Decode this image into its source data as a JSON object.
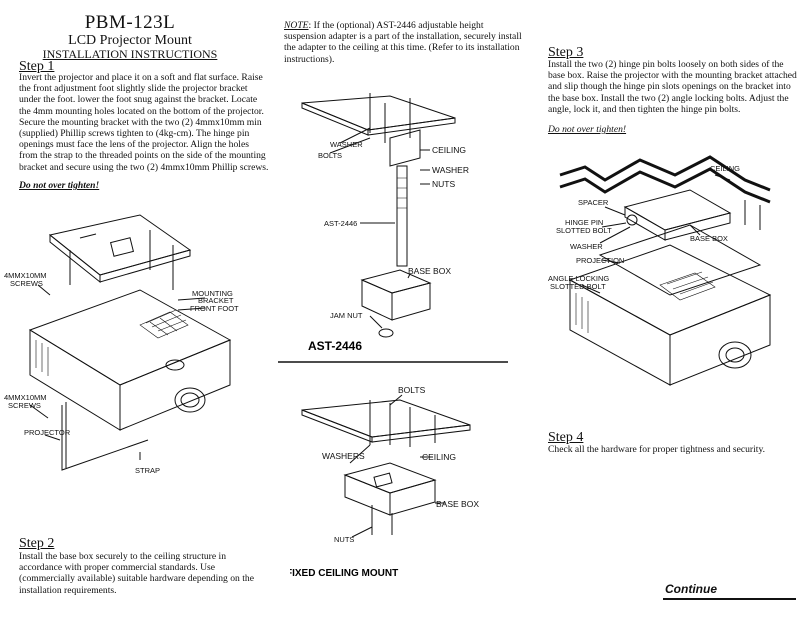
{
  "header": {
    "model": "PBM-123L",
    "product": "LCD Projector Mount",
    "subtitle": "INSTALLATION INSTRUCTIONS"
  },
  "step1": {
    "title": "Step 1",
    "text": "Invert the projector and place it on a soft and flat surface. Raise the front adjustment foot slightly slide the projector bracket under the foot. lower the foot snug against the bracket. Locate the 4mm mounting holes located on the bottom of the projector. Secure the mounting bracket with the two (2) 4mmx10mm min (supplied) Phillip screws tighten to (4kg-cm). The hinge pin openings must face the lens of the projector. Align the holes from the strap to the threaded points on the side of the mounting bracket and secure using the two (2) 4mmx10mm Phillip screws.",
    "warning": "Do not over tighten!"
  },
  "step2": {
    "title": "Step 2",
    "text": "Install the base box securely to the ceiling structure in accordance with proper commercial standards. Use (commercially available) suitable hardware depending on the installation requirements."
  },
  "note": {
    "label": "NOTE",
    "text": ": If the (optional)  AST-2446 adjustable height suspension adapter is a part of the installation, securely install the adapter to the ceiling at this time. (Refer to its installation instructions)."
  },
  "step3": {
    "title": "Step 3",
    "text": "Install the two  (2) hinge pin bolts loosely on both sides of the base box. Raise the projector with the mounting bracket attached and slip though the hinge pin slots openings on the bracket into the base box. Install the two (2) angle locking bolts. Adjust the angle, lock it, and then tighten the hinge pin bolts.",
    "warning": "Do not over tighten!"
  },
  "step4": {
    "title": "Step 4",
    "text": "Check all the hardware for proper tightness and security."
  },
  "fig1": {
    "screws_top_1": "4MMX10MM",
    "screws_top_2": "SCREWS",
    "mounting_1": "MOUNTING",
    "mounting_2": "BRACKET",
    "front_foot": "FRONT FOOT",
    "screws_bot_1": "4MMX10MM",
    "screws_bot_2": "SCREWS",
    "projector": "PROJECTOR",
    "strap": "STRAP"
  },
  "fig2": {
    "washer": "WASHER",
    "bolts": "BOLTS",
    "ceiling": "CEILING",
    "washer2": "WASHER",
    "nuts": "NUTS",
    "ast": "AST-2446",
    "base_box": "BASE BOX",
    "jam_nut": "JAM NUT",
    "caption": "AST-2446"
  },
  "fig3": {
    "bolts": "BOLTS",
    "washers": "WASHERS",
    "ceiling": "CEILING",
    "base_box": "BASE BOX",
    "nuts": "NUTS",
    "caption": "FIXED CEILING MOUNT"
  },
  "fig4": {
    "ceiling": "CEILING",
    "spacer": "SPACER",
    "hinge_1": "HINGE PIN",
    "hinge_2": "SLOTTED BOLT",
    "washer": "WASHER",
    "base_box": "BASE BOX",
    "projection": "PROJECTION",
    "angle_1": "ANGLE LOCKING",
    "angle_2": "SLOTTED BOLT"
  },
  "footer": {
    "continue": "Continue"
  }
}
